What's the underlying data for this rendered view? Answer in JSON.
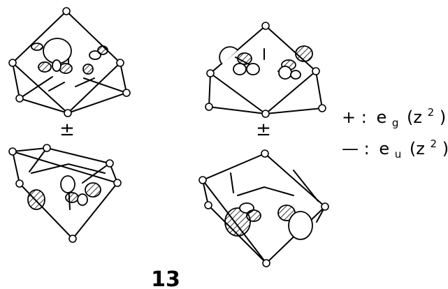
{
  "figure": {
    "number_label": "13",
    "top_left_sign": "±",
    "top_right_sign": "±",
    "legend": [
      {
        "sign": "+ :",
        "symmetry": "e",
        "subscript": "g",
        "orbital": "(z",
        "sup": "2",
        "close": ")"
      },
      {
        "sign": "— :",
        "symmetry": "e",
        "subscript": "u",
        "orbital": "(z",
        "sup": "2",
        "close": ")"
      }
    ]
  }
}
